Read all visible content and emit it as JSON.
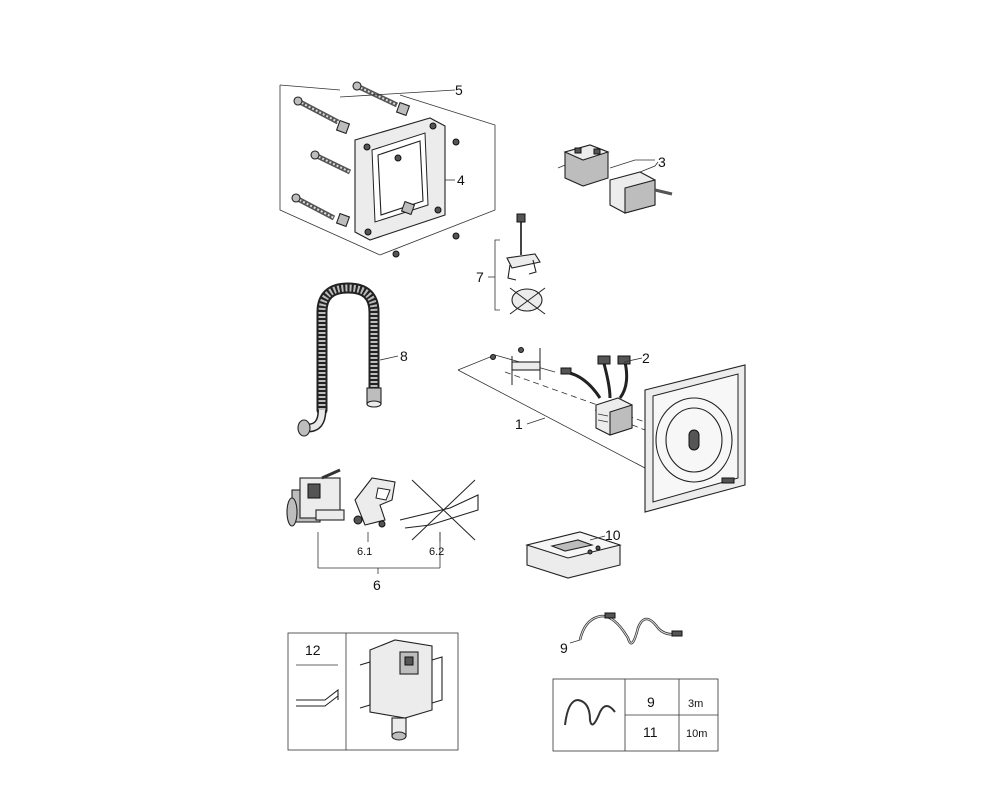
{
  "labels": {
    "p1": "1",
    "p2": "2",
    "p3": "3",
    "p4": "4",
    "p5": "5",
    "p6": "6",
    "p6_1": "6.1",
    "p6_2": "6.2",
    "p7": "7",
    "p8": "8",
    "p9": "9",
    "p10": "10",
    "p12": "12"
  },
  "cable_table": {
    "rows": [
      {
        "part": "9",
        "length": "3m"
      },
      {
        "part": "11",
        "length": "10m"
      }
    ]
  },
  "colors": {
    "line": "#222222",
    "fill_light": "#ececec",
    "fill_dark": "#bdbdbd"
  }
}
